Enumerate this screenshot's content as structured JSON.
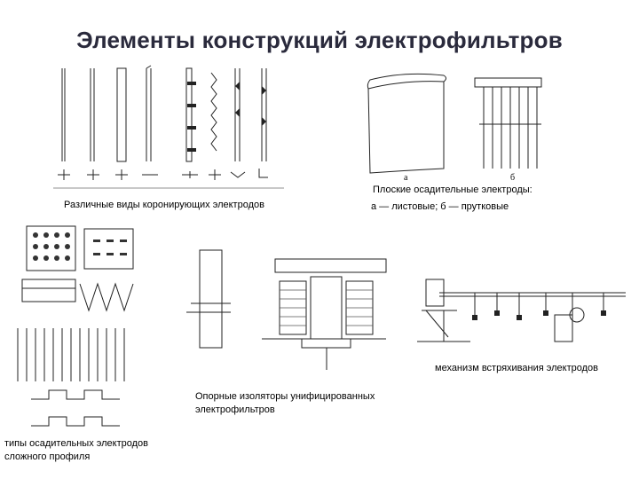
{
  "slide": {
    "title": "Элементы конструкций электрофильтров"
  },
  "captions": {
    "corona": "Различные виды коронирующих электродов",
    "plate_line1": "Плоские осадительные электроды:",
    "plate_line2": "а — листовые; б — прутковые",
    "insulators_line1": "Опорные изоляторы унифицированных",
    "insulators_line2": " электрофильтров",
    "rapping": "механизм встряхивания электродов",
    "complex_line1": "типы осадительных электродов",
    "complex_line2": "сложного профиля"
  },
  "figure_labels": {
    "plate_a": "а",
    "plate_b": "б"
  }
}
